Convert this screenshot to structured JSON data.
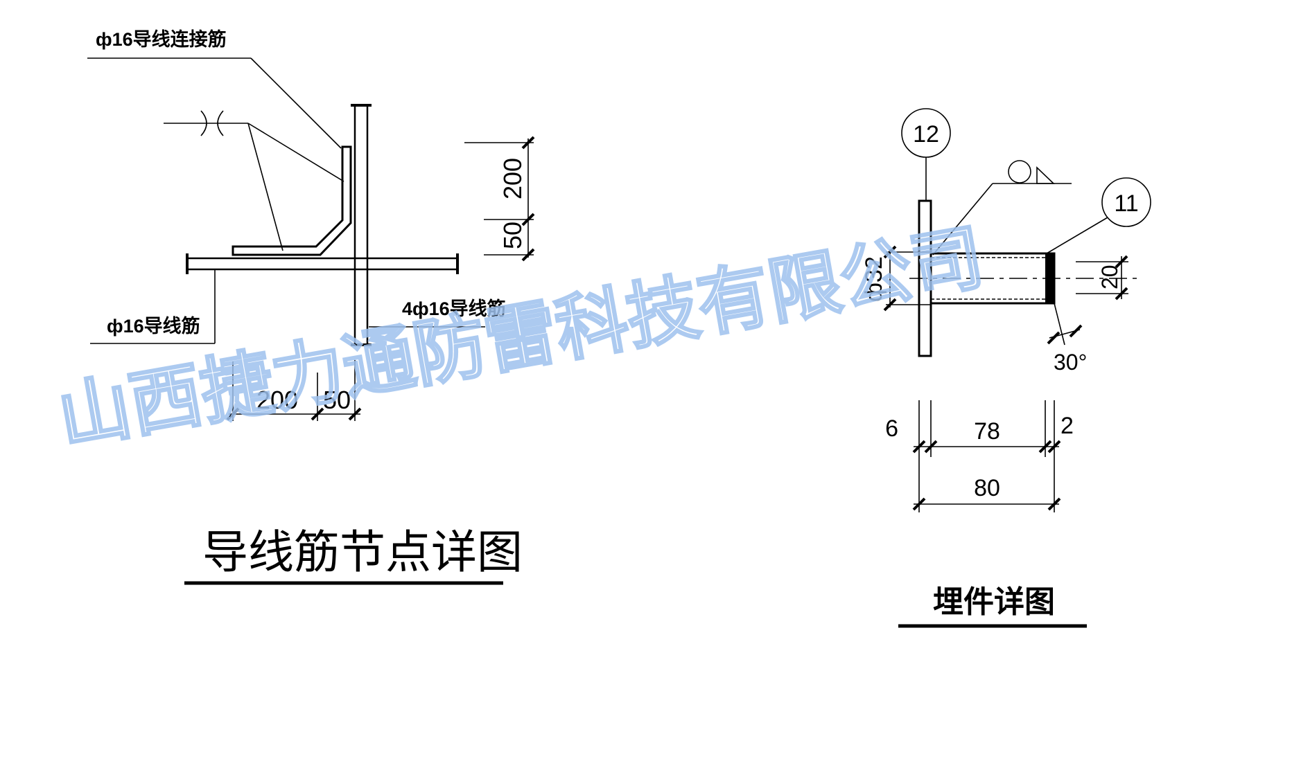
{
  "left_detail": {
    "callout_connect": "ф16导线连接筋",
    "callout_main": "ф16导线筋",
    "callout_four": "4ф16导线筋",
    "dim_v_200": "200",
    "dim_v_50": "50",
    "dim_h_200": "200",
    "dim_h_50": "50",
    "title": "导线筋节点详图"
  },
  "right_detail": {
    "tag_12": "12",
    "tag_11": "11",
    "dim_dia": "ф32",
    "dim_20": "20",
    "dim_angle": "30°",
    "dim_6": "6",
    "dim_78": "78",
    "dim_2": "2",
    "dim_80": "80",
    "title": "埋件详图"
  },
  "watermark": "山西捷力通防雷科技有限公司",
  "colors": {
    "line": "#000000",
    "watermark": "#9ec1ee",
    "background": "#ffffff"
  }
}
